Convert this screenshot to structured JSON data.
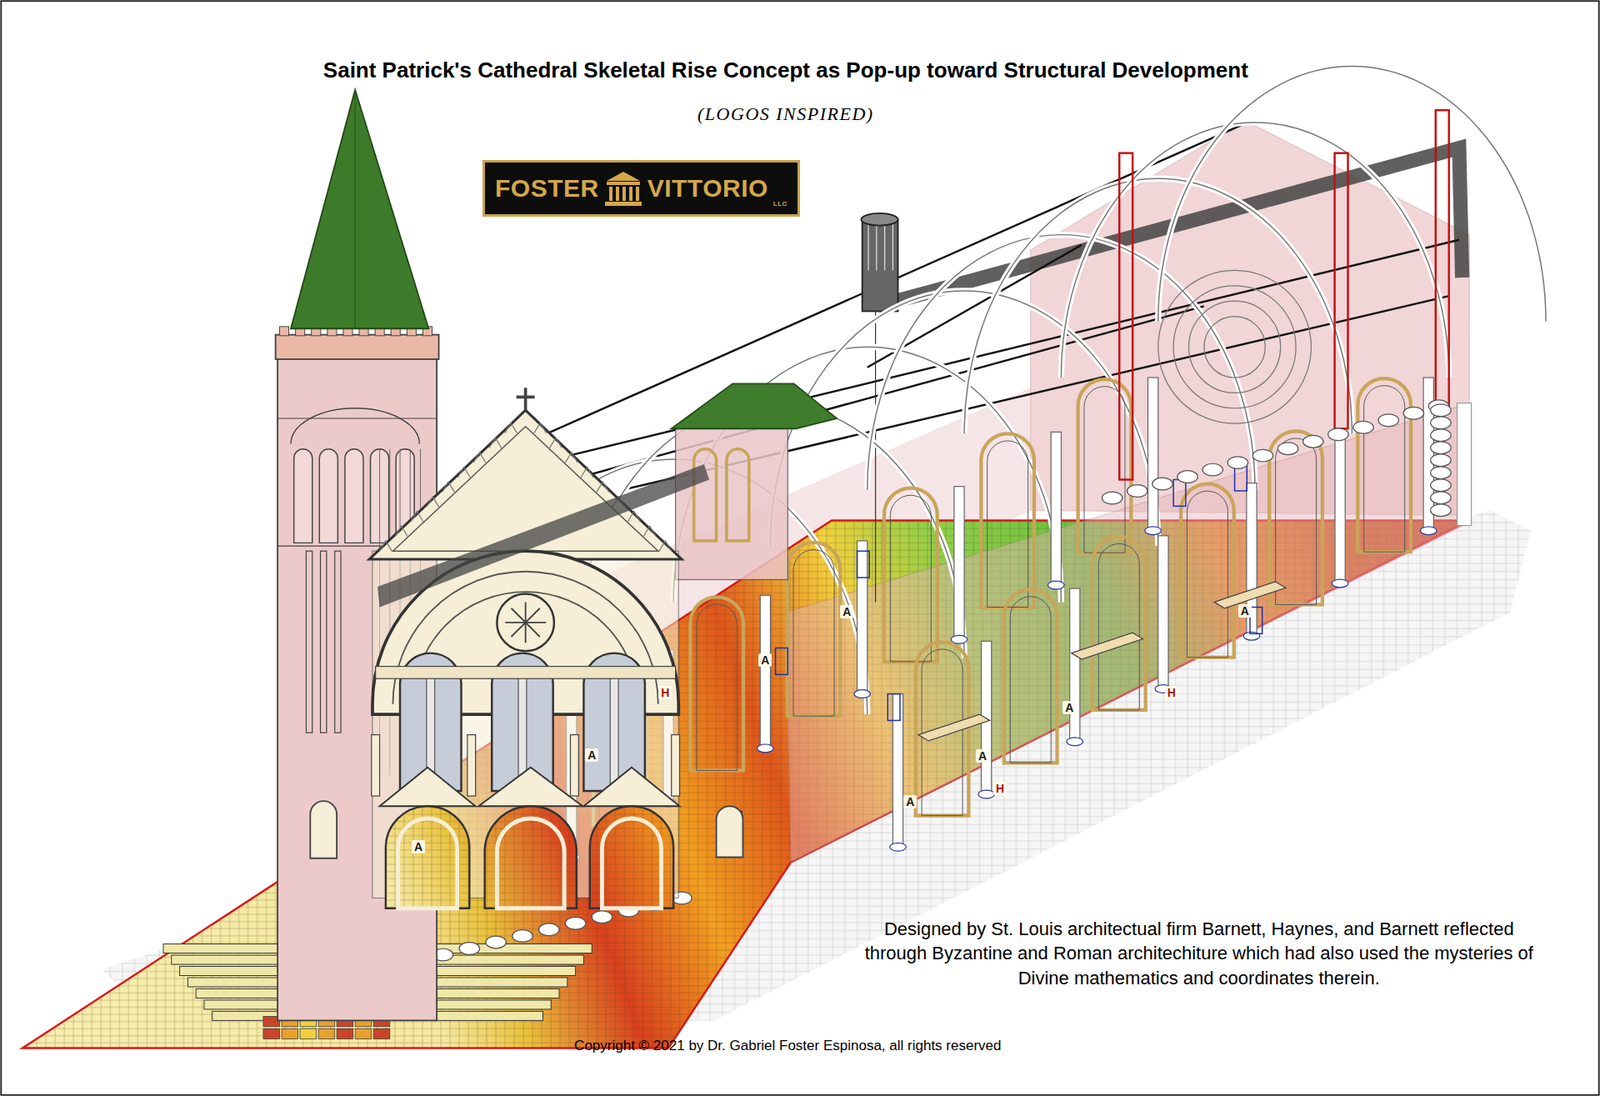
{
  "diagram": {
    "title": "Saint Patrick's Cathedral Skeletal Rise Concept as Pop-up toward Structural Development",
    "nodes": [
      {
        "text": [
          "FOSTER",
          "VITTORIO",
          "LLC"
        ]
      }
    ],
    "labels": [
      "(LOGOS INSPIRED)",
      "Designed by St. Louis architectual firm Barnett, Haynes, and Barnett reflected through Byzantine and Roman architechiture which had also used the mysteries of Divine mathematics and coordinates therein.",
      "Copyright © 2021 by Dr. Gabriel Foster Espinosa, all rights reserved",
      "A",
      "A",
      "A",
      "A",
      "A",
      "A",
      "A",
      "A",
      "H",
      "H",
      "H"
    ]
  }
}
